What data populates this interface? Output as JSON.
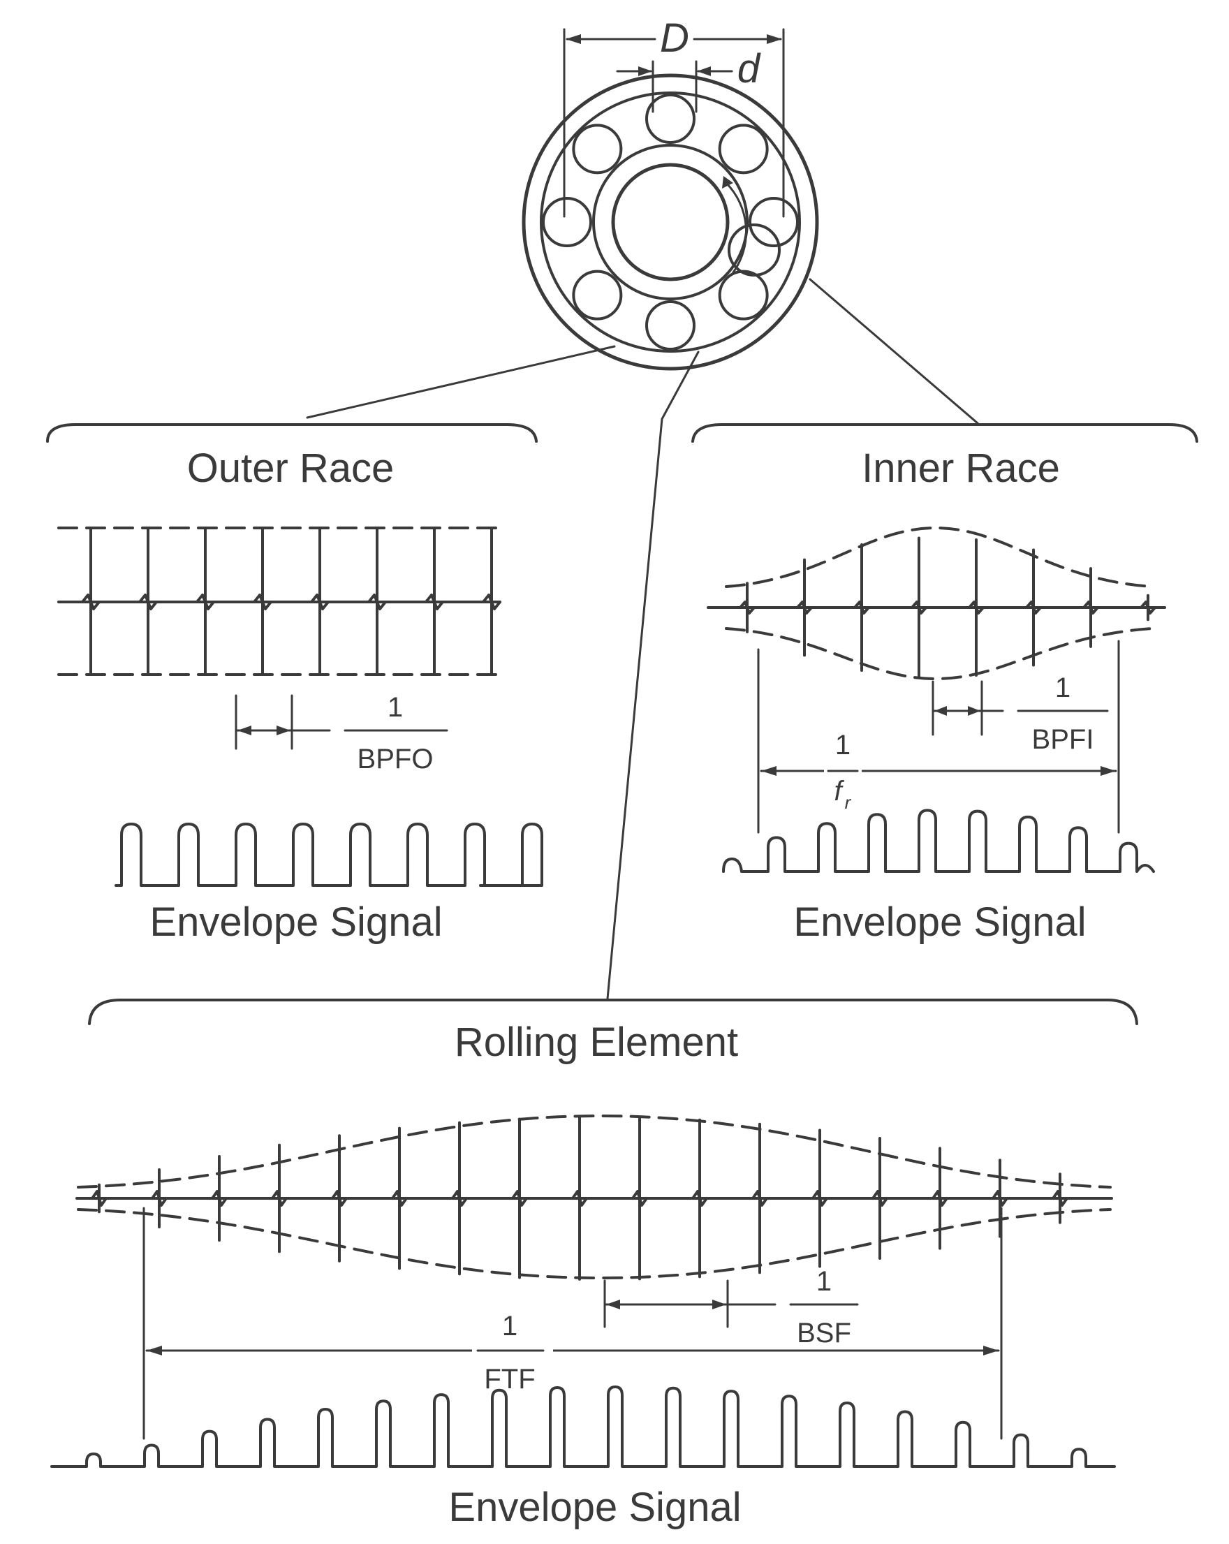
{
  "bearing": {
    "label_pitch_diameter": "D",
    "label_ball_diameter": "d"
  },
  "outer_race": {
    "title": "Outer Race",
    "period_numerator": "1",
    "period_denominator": "BPFO",
    "envelope_label": "Envelope Signal",
    "impulse_count": 8
  },
  "inner_race": {
    "title": "Inner Race",
    "period_numerator": "1",
    "period_denominator": "BPFI",
    "rotation_numerator": "1",
    "rotation_denominator": "f",
    "rotation_subscript": "r",
    "envelope_label": "Envelope Signal",
    "impulse_count": 8
  },
  "rolling_element": {
    "title": "Rolling Element",
    "period_numerator": "1",
    "period_denominator": "BSF",
    "cage_numerator": "1",
    "cage_denominator": "FTF",
    "envelope_label": "Envelope Signal",
    "impulse_count": 17
  }
}
